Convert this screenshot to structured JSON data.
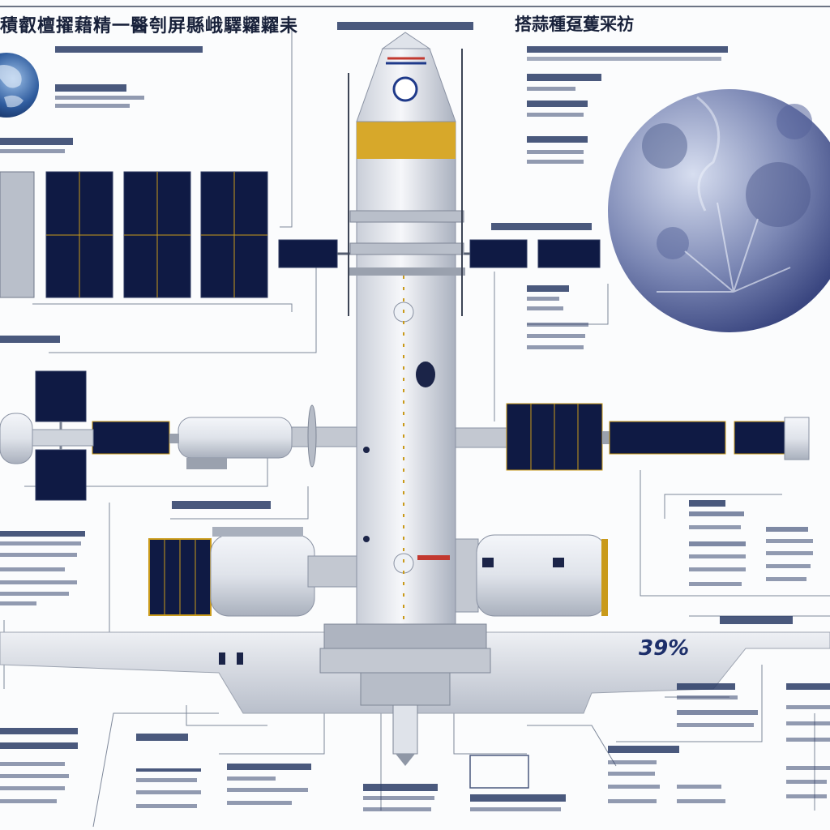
{
  "header": {
    "main_title": "積叡檀擢藉精一醫刳屏縣峨驛糶糶耒",
    "right_title": "搭蒜種趸蒦冞祊"
  },
  "callout": {
    "percent": "39%"
  },
  "colors": {
    "panel": "#0f1a44",
    "hull": "#e6eaf0",
    "gold": "#c99a1a",
    "line": "#6f7a90",
    "text_ink": "#2a3b66"
  }
}
